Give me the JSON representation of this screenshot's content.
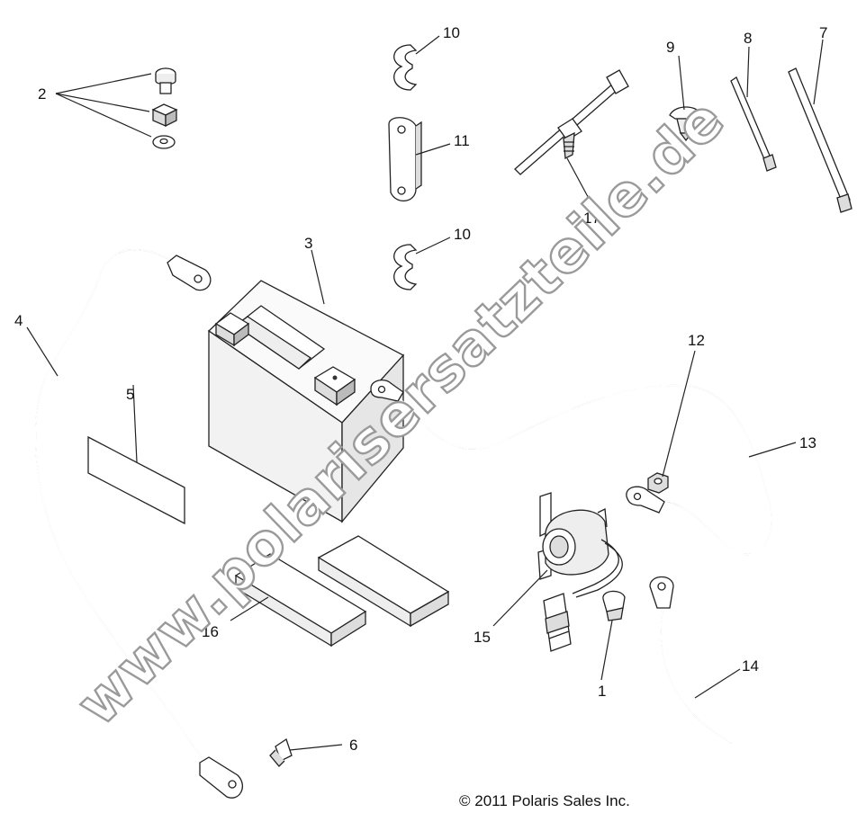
{
  "callouts": [
    "1",
    "2",
    "3",
    "4",
    "5",
    "6",
    "7",
    "8",
    "9",
    "10",
    "10",
    "11",
    "12",
    "13",
    "14",
    "15",
    "16",
    "17"
  ],
  "copyright": "© 2011 Polaris Sales Inc.",
  "watermark": "www.polarisersatzteile.de",
  "colors": {
    "line": "#222222",
    "watermark_stroke": "#9a9a9a",
    "background": "#ffffff"
  }
}
